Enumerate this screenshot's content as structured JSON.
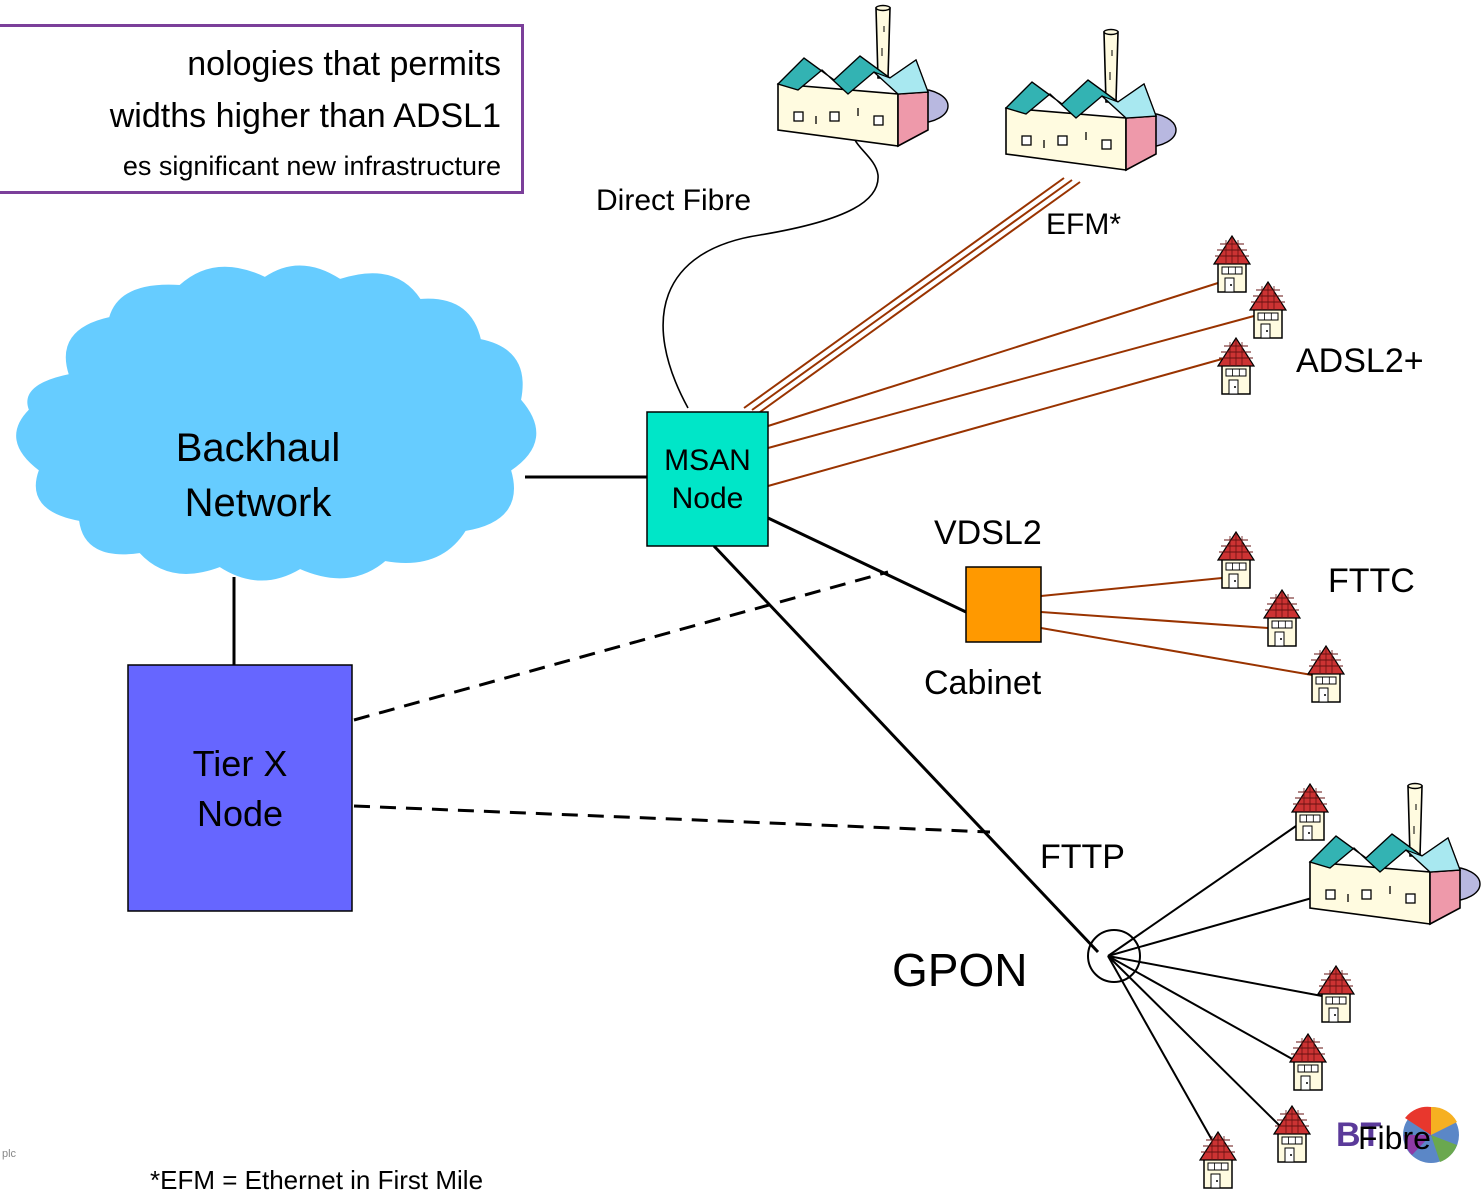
{
  "callout": {
    "line1": "nologies that permits",
    "line2": "widths higher than ADSL1",
    "line3": "es significant new infrastructure"
  },
  "labels": {
    "backhaul_line1": "Backhaul",
    "backhaul_line2": "Network",
    "msan_line1": "MSAN",
    "msan_line2": "Node",
    "tier_line1": "Tier X",
    "tier_line2": "Node",
    "direct_fibre": "Direct Fibre",
    "efm": "EFM*",
    "adsl2plus": "ADSL2+",
    "vdsl2": "VDSL2",
    "fttc": "FTTC",
    "cabinet": "Cabinet",
    "fttp": "FTTP",
    "gpon": "GPON",
    "footnote": "*EFM = Ethernet in First Mile",
    "copyright_fragment": "plc",
    "logo_text": "BT",
    "logo_overlay": "Fibre"
  },
  "colors": {
    "cloud": "#66ccff",
    "msan": "#00e6c8",
    "tier": "#6666ff",
    "cabinet": "#ff9900",
    "copper": "#993300",
    "callout_border": "#7b3f9a"
  }
}
